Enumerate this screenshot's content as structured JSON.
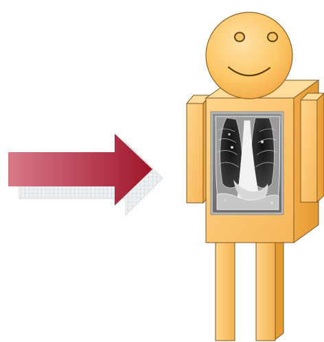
{
  "diagram": {
    "arrow": {
      "direction": "right",
      "gradient_start": "#d77a8a",
      "gradient_end": "#a01529",
      "shadow_pattern": "grid",
      "shadow_color": "#c8cfd3"
    },
    "figure": {
      "type": "cartoon-box-person",
      "skin_light": "#ffd58a",
      "skin_mid": "#f8b44f",
      "skin_dark": "#e39a33",
      "outline": "#6b4a1c",
      "face": {
        "eyes": 2,
        "expression": "smile"
      },
      "chest_window": {
        "content": "chest-xray-scan",
        "palette": "grayscale"
      },
      "parts": [
        "head",
        "torso",
        "left-arm",
        "right-arm",
        "left-leg",
        "right-leg"
      ]
    }
  }
}
